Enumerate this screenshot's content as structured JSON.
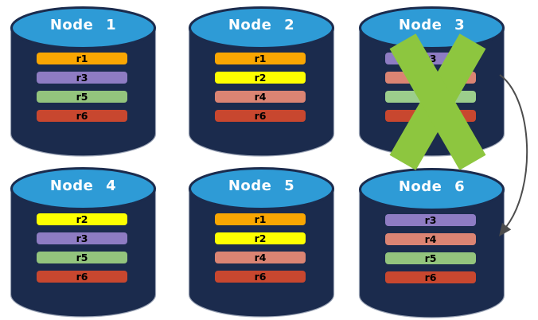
{
  "colors": {
    "background": "#FFFFFF",
    "cylinder_body": "#1B2B4D",
    "cylinder_top": "#2E9BD6",
    "title_text": "#FFFFFF",
    "bar_text": "#000000",
    "x_mark": "#8DC63F",
    "arrow": "#4D4D4D"
  },
  "nodes": [
    {
      "label": "Node 1",
      "bars": [
        {
          "label": "r1",
          "color": "#F9A602"
        },
        {
          "label": "r3",
          "color": "#8E7CC3"
        },
        {
          "label": "r5",
          "color": "#93C47D"
        },
        {
          "label": "r6",
          "color": "#C8472F"
        }
      ]
    },
    {
      "label": "Node 2",
      "bars": [
        {
          "label": "r1",
          "color": "#F9A602"
        },
        {
          "label": "r2",
          "color": "#FDFF00"
        },
        {
          "label": "r4",
          "color": "#DB8473"
        },
        {
          "label": "r6",
          "color": "#C8472F"
        }
      ]
    },
    {
      "label": "Node 3",
      "bars": [
        {
          "label": "r3",
          "color": "#8E7CC3"
        },
        {
          "label": "",
          "color": "#DB8473"
        },
        {
          "label": "",
          "color": "#9CCE8C"
        },
        {
          "label": "",
          "color": "#C8472F"
        }
      ]
    },
    {
      "label": "Node 4",
      "bars": [
        {
          "label": "r2",
          "color": "#FDFF00"
        },
        {
          "label": "r3",
          "color": "#8E7CC3"
        },
        {
          "label": "r5",
          "color": "#93C47D"
        },
        {
          "label": "r6",
          "color": "#C8472F"
        }
      ]
    },
    {
      "label": "Node 5",
      "bars": [
        {
          "label": "r1",
          "color": "#F9A602"
        },
        {
          "label": "r2",
          "color": "#FDFF00"
        },
        {
          "label": "r4",
          "color": "#DB8473"
        },
        {
          "label": "r6",
          "color": "#C8472F"
        }
      ]
    },
    {
      "label": "Node 6",
      "bars": [
        {
          "label": "r3",
          "color": "#8E7CC3"
        },
        {
          "label": "r4",
          "color": "#DB8473"
        },
        {
          "label": "r5",
          "color": "#93C47D"
        },
        {
          "label": "r6",
          "color": "#C8472F"
        }
      ]
    }
  ]
}
